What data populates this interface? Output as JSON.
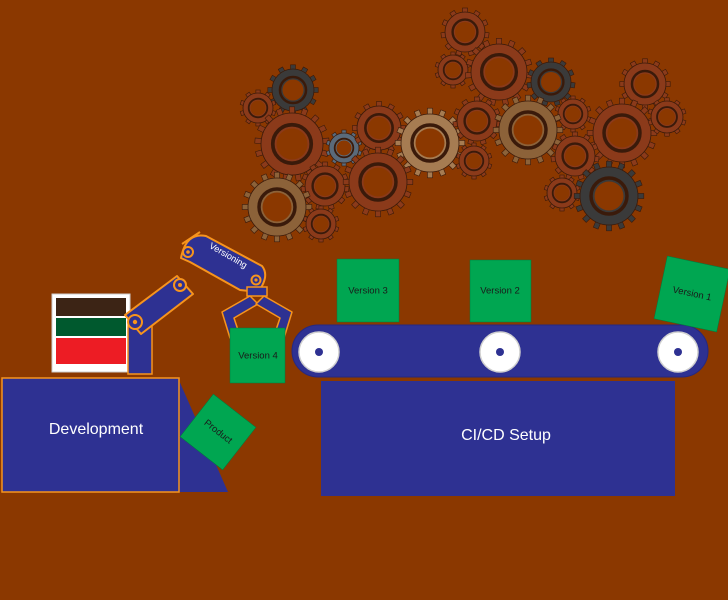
{
  "labels": {
    "development": "Development",
    "cicd": "CI/CD Setup",
    "versioning": "Versioning",
    "product": "Product",
    "version1": "Version 1",
    "version2": "Version 2",
    "version3": "Version 3",
    "version4": "Version 4"
  },
  "colors": {
    "background": "#8b3800",
    "block": "#2e3192",
    "box": "#00a651",
    "arm_outline": "#f7941d",
    "gear_brown": "#8b3a1a",
    "gear_tan": "#8c6239",
    "gear_dark": "#3a3a3a",
    "gear_slate": "#5a6a7a",
    "gear_light": "#a67c52",
    "monitor_top": "#3c2415",
    "monitor_mid": "#00592e",
    "monitor_bottom": "#ed1c24"
  },
  "icons": [
    "gear-icon",
    "robot-arm-icon",
    "conveyor-roller-icon",
    "monitor-icon"
  ]
}
